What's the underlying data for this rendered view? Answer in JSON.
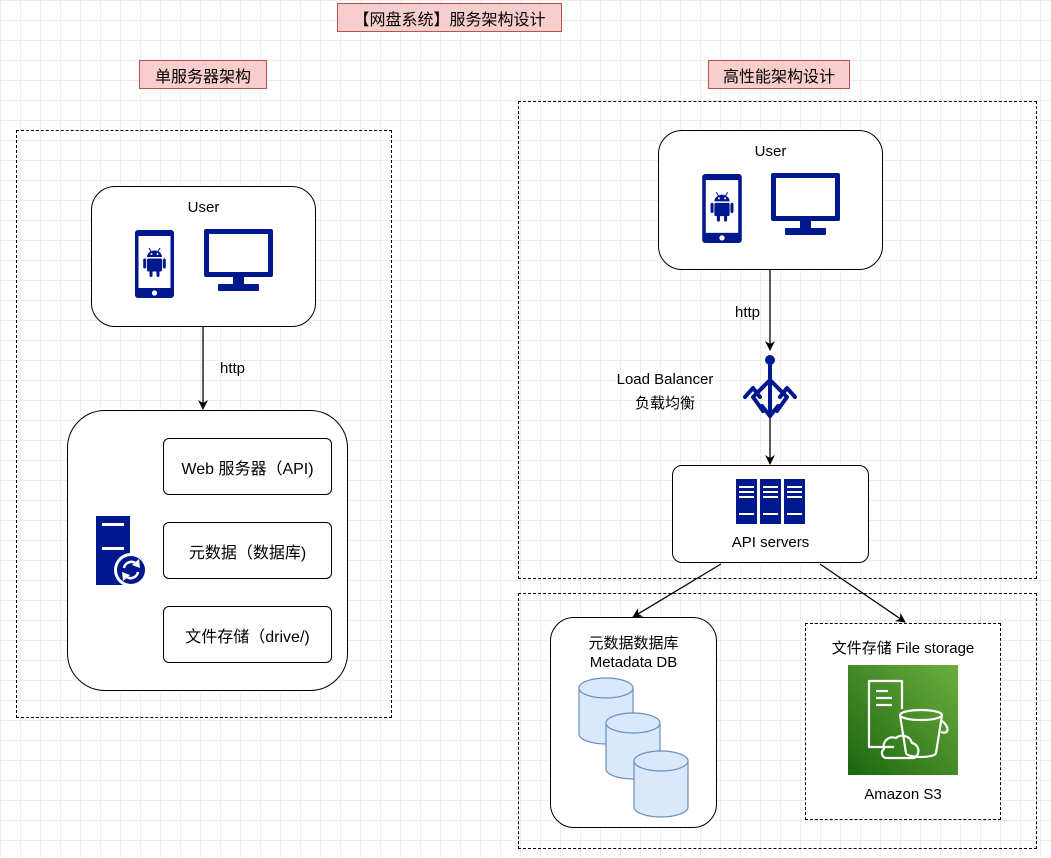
{
  "main_title": "【网盘系统】服务架构设计",
  "single": {
    "title": "单服务器架构",
    "user_label": "User",
    "http_label": "http",
    "services": [
      "Web 服务器（API)",
      "元数据（数据库)",
      "文件存储（drive/)"
    ]
  },
  "high": {
    "title": "高性能架构设计",
    "user_label": "User",
    "http_label": "http",
    "lb_label_en": "Load Balancer",
    "lb_label_cn": "负载均衡",
    "api_label": "API servers",
    "db_label_cn": "元数据数据库",
    "db_label_en": "Metadata DB",
    "storage_label": "文件存储 File storage",
    "s3_label": "Amazon S3"
  },
  "colors": {
    "title_fill": "#f8cecc",
    "title_stroke": "#b85450",
    "icon_blue": "#00188d",
    "db_fill": "#dae8fc",
    "db_stroke": "#6c8ebf",
    "s3_green": "#3f8624"
  },
  "icons": [
    "android-phone-icon",
    "monitor-icon",
    "server-sync-icon",
    "load-balancer-icon",
    "server-rack-icon",
    "database-icon",
    "amazon-s3-icon"
  ]
}
